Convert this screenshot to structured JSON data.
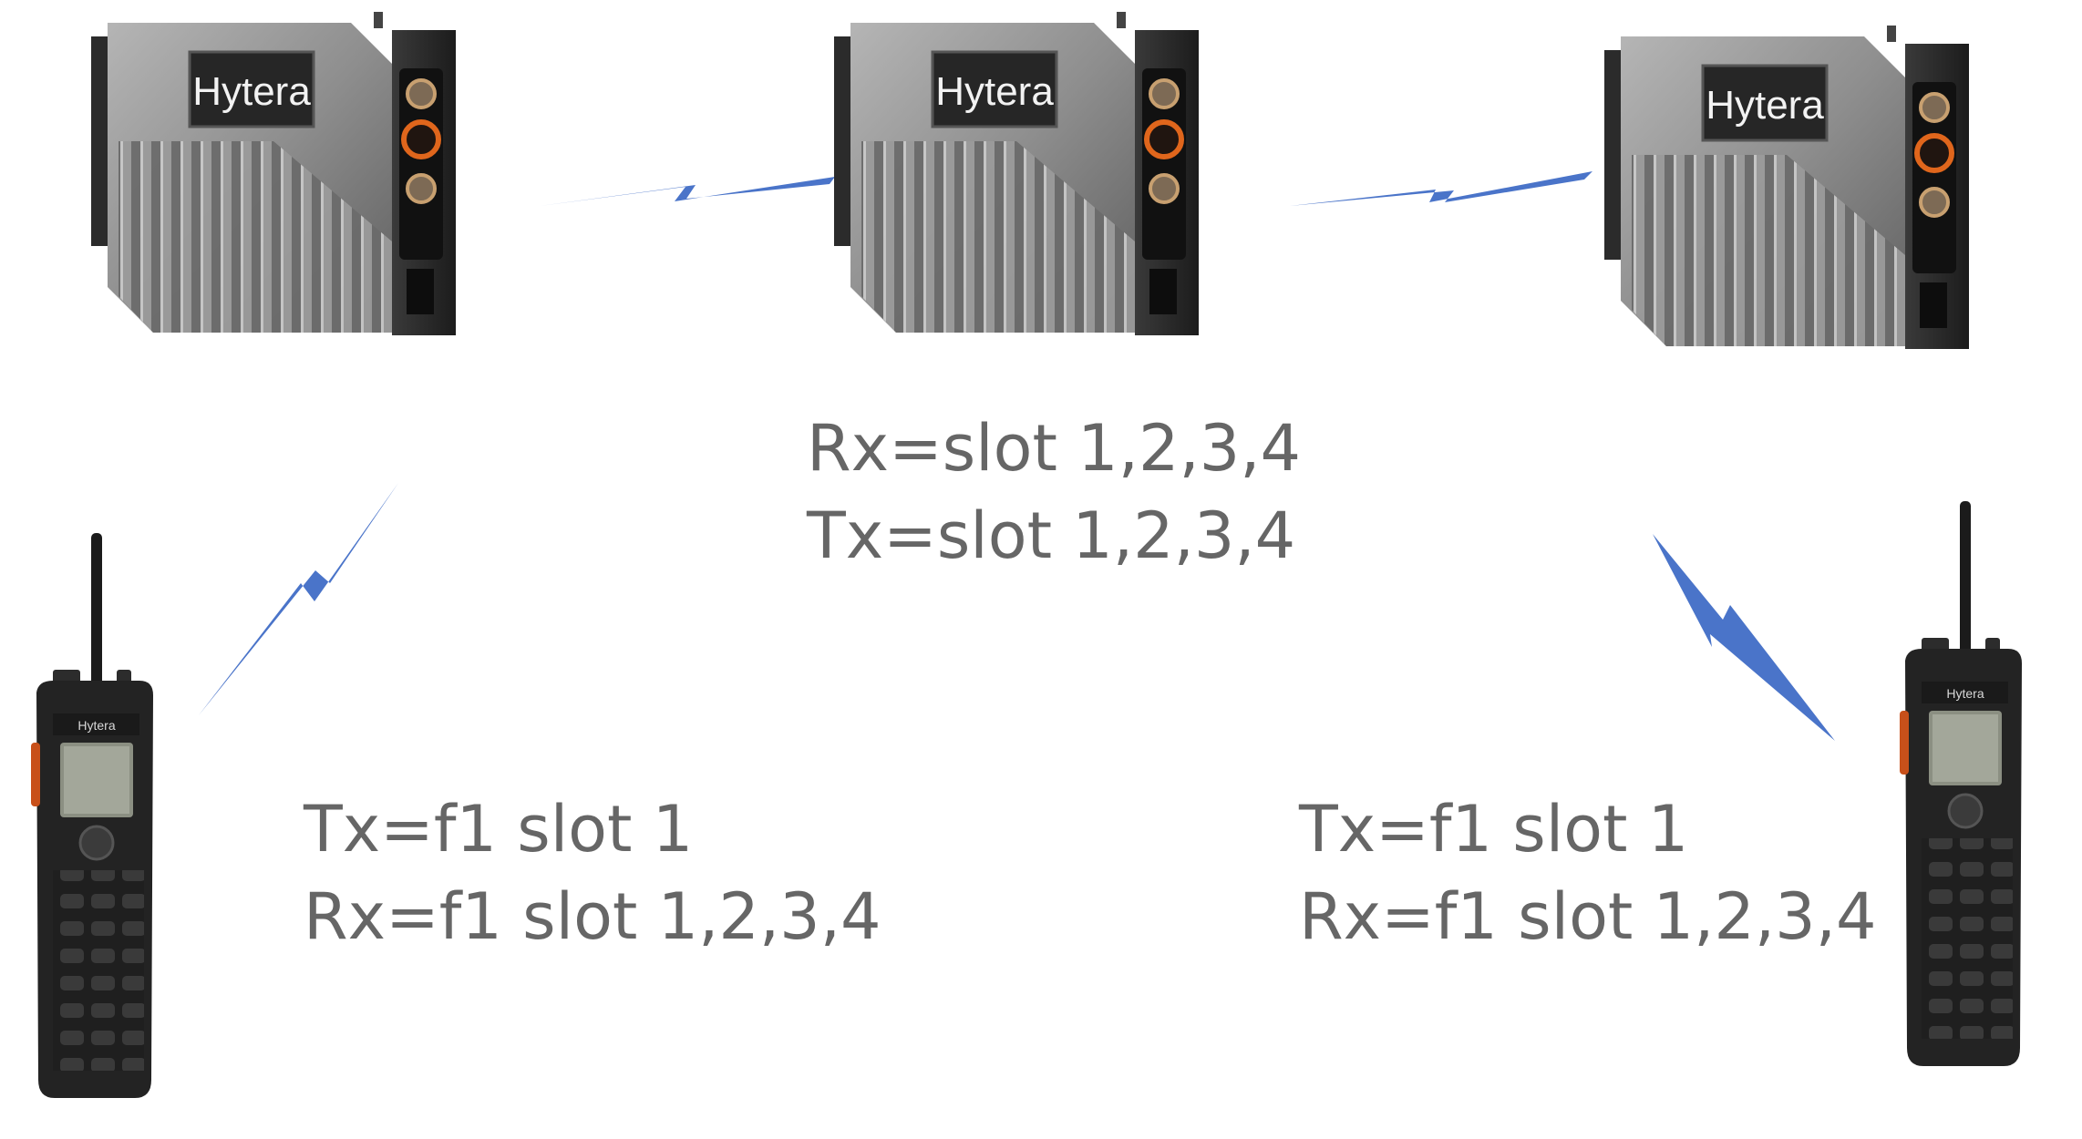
{
  "diagram": {
    "repeaters": [
      {
        "brand": "Hytera"
      },
      {
        "brand": "Hytera"
      },
      {
        "brand": "Hytera"
      }
    ],
    "radios": [
      {
        "brand": "Hytera"
      },
      {
        "brand": "Hytera"
      }
    ],
    "center_caption": {
      "line1": "Rx=slot 1,2,3,4",
      "line2": "Tx=slot 1,2,3,4"
    },
    "left_caption": {
      "line1": "Tx=f1 slot 1",
      "line2": "Rx=f1 slot 1,2,3,4"
    },
    "right_caption": {
      "line1": "Tx=f1 slot 1",
      "line2": "Rx=f1 slot 1,2,3,4"
    },
    "colors": {
      "link": "#4a74c9",
      "text": "#666666",
      "repeater_body": "#8c8c8c",
      "radio_body": "#2a2a2a"
    }
  }
}
